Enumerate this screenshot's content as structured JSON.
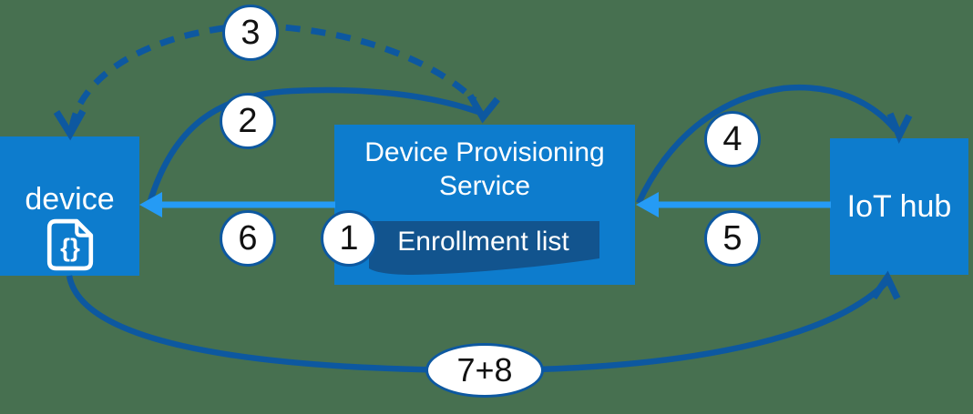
{
  "nodes": {
    "device": {
      "label": "device",
      "icon_glyph": "{}"
    },
    "dps": {
      "label": "Device Provisioning Service",
      "banner_label": "Enrollment list"
    },
    "iot_hub": {
      "label": "IoT hub"
    }
  },
  "steps": {
    "step1": "1",
    "step2": "2",
    "step3": "3",
    "step4": "4",
    "step5": "5",
    "step6": "6",
    "step7_8": "7+8"
  },
  "colors": {
    "background": "#477050",
    "node_fill": "#0d7ccd",
    "banner_fill": "#12548e",
    "dark_arrow": "#0d58a0",
    "light_arrow": "#259bf5",
    "badge_border": "#0d58a0",
    "badge_text": "#111111",
    "node_text": "#ffffff"
  }
}
